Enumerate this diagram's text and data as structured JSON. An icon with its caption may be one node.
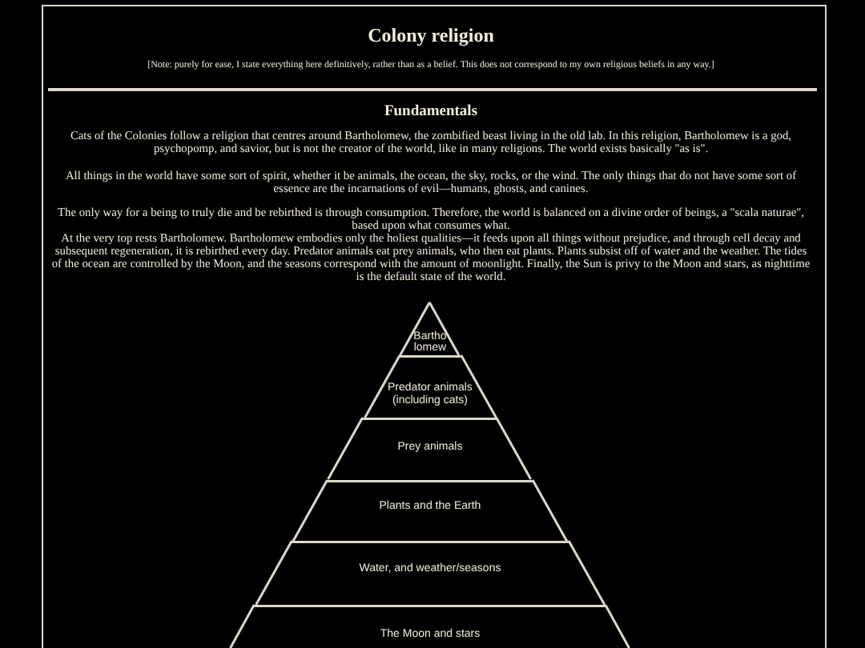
{
  "diagram": {
    "title": "Colony religion",
    "nodes": [
      {
        "text": [
          "Bartholomew"
        ]
      },
      {
        "text": [
          "Predator animals (including cats)"
        ]
      },
      {
        "text": [
          "Prey animals"
        ]
      },
      {
        "text": [
          "Plants and the Earth"
        ]
      },
      {
        "text": [
          "Water, and weather/seasons"
        ]
      },
      {
        "text": [
          "The Moon and stars"
        ]
      }
    ],
    "labels": [
      "[Note: purely for ease, I state everything here definitively, rather than as a belief. This does not correspond to my own religious beliefs in any way.]",
      "Fundamentals",
      "Cats of the Colonies follow a religion that centres around Bartholomew, the zombified beast living in the old lab. In this religion, Bartholomew is a god, psychopomp, and savior, but is not the creator of the world, like in many religions. The world exists basically \"as is\".",
      "All things in the world have some sort of spirit, whether it be animals, the ocean, the sky, rocks, or the wind. The only things that do not have some sort of essence are the incarnations of evil—humans, ghosts, and canines.",
      "The only way for a being to truly die and be rebirthed is through consumption. Therefore, the world is balanced on a divine order of beings, a \"scala naturae\", based upon what consumes what.",
      "At the very top rests Bartholomew. Bartholomew embodies only the holiest qualities—it feeds upon all things without prejudice, and through cell decay and subsequent regeneration, it is rebirthed every day. Predator animals eat prey animals, who then eat plants. Plants subsist off of water and the weather. The tides of the ocean are controlled by the Moon, and the seasons correspond with the amount of moonlight. Finally, the Sun is privy to the Moon and stars, as nighttime is the default state of the world."
    ]
  }
}
